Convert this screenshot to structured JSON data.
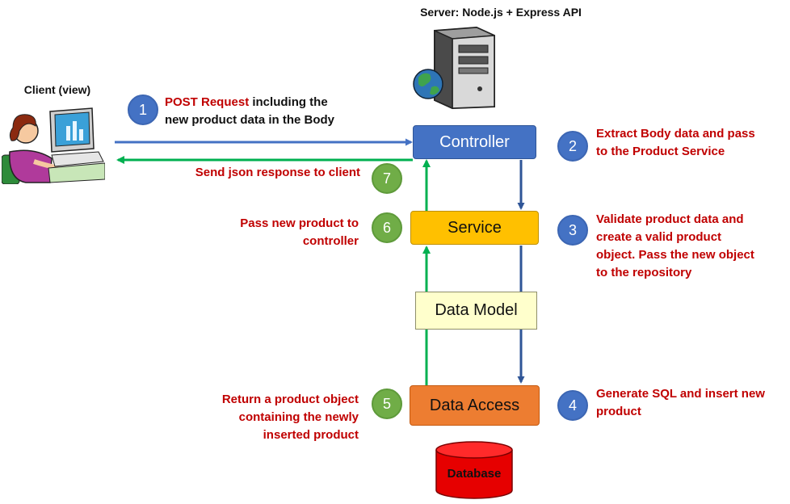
{
  "colors": {
    "blue_arrow": "#4472c4",
    "green_arrow": "#00b050",
    "red_text": "#c00000",
    "controller": "#4472c4",
    "service": "#ffc000",
    "data_access": "#ed7d31",
    "data_model": "#ffffcc",
    "database": "#e60000"
  },
  "server": {
    "title": "Server: Node.js + Express API",
    "icon": "server-tower-globe-icon"
  },
  "client": {
    "title": "Client (view)",
    "icon": "person-at-computer-icon"
  },
  "components": {
    "controller": "Controller",
    "service": "Service",
    "data_model": "Data Model",
    "data_access": "Data Access",
    "database": "Database"
  },
  "steps": {
    "s1": {
      "number": "1",
      "highlight": "POST Request",
      "text_after": " including the",
      "line2": "new product data in the Body"
    },
    "s2": {
      "number": "2",
      "line1": "Extract  Body data and pass",
      "line2": "to the Product Service"
    },
    "s3": {
      "number": "3",
      "line1": "Validate product data and",
      "line2": "create a valid product",
      "line3": "object. Pass the new object",
      "line4": "to the repository"
    },
    "s4": {
      "number": "4",
      "line1": "Generate SQL and insert new",
      "line2": "product"
    },
    "s5": {
      "number": "5",
      "line1": "Return a product object",
      "line2": "containing the newly",
      "line3": "inserted product"
    },
    "s6": {
      "number": "6",
      "line1": "Pass new product to",
      "line2": "controller"
    },
    "s7": {
      "number": "7",
      "line1": "Send json response to client"
    }
  }
}
